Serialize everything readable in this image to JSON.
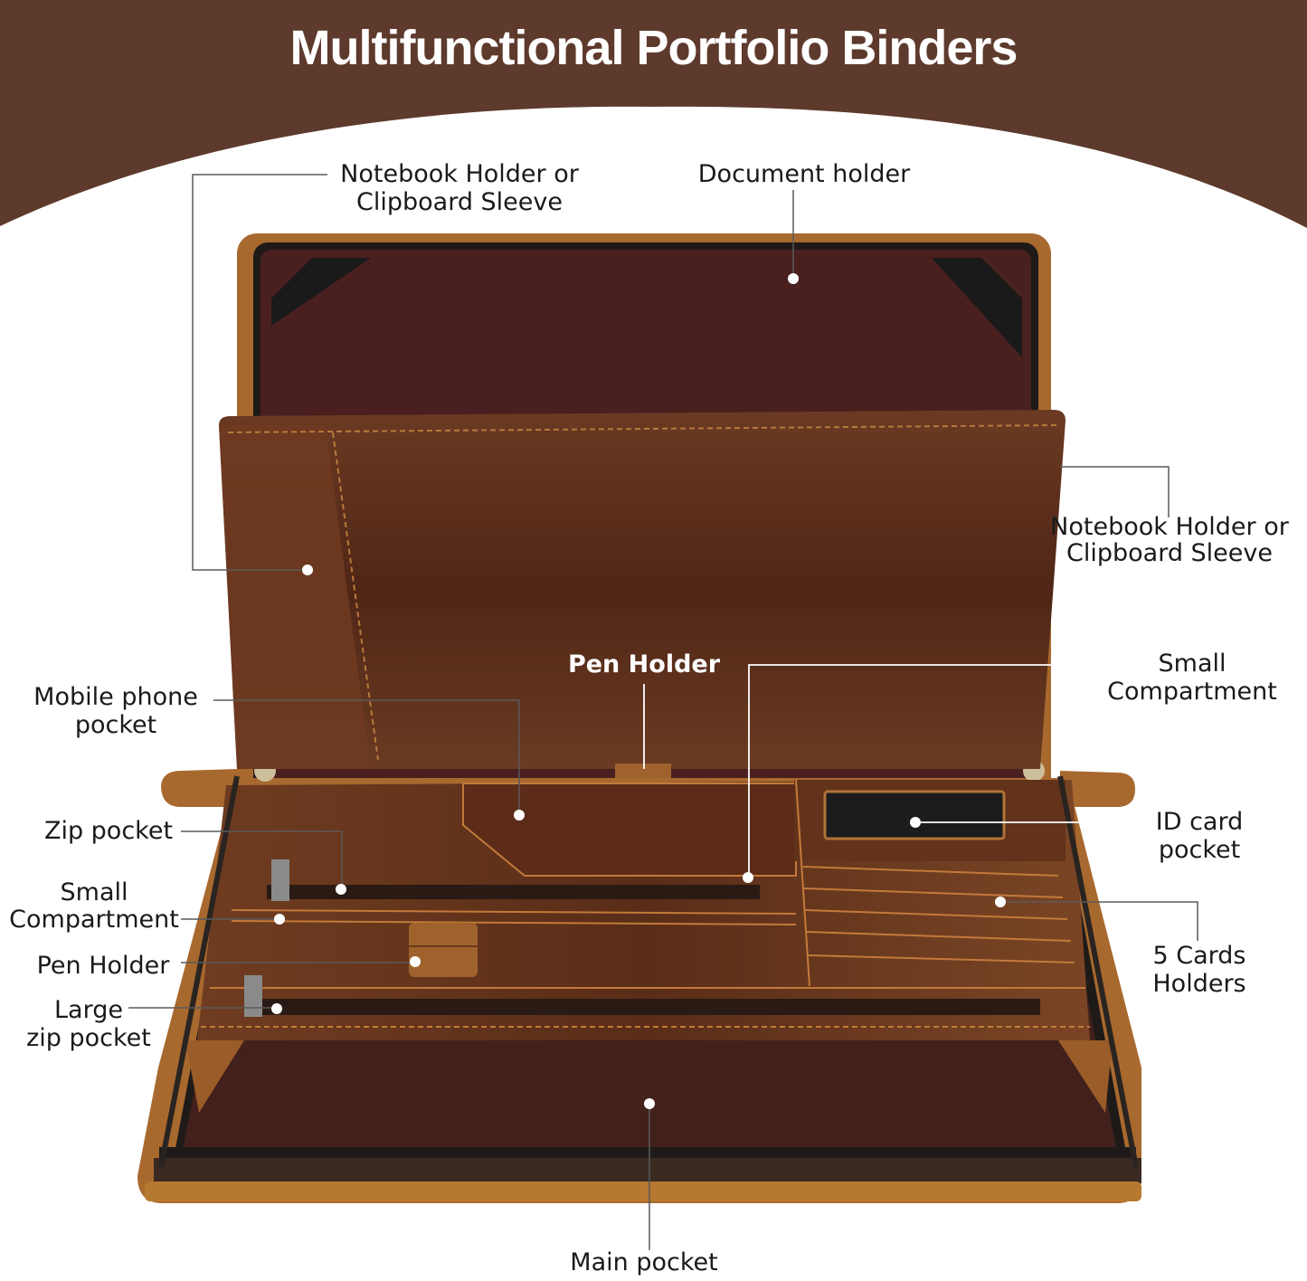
{
  "title": "Multifunctional Portfolio Binders",
  "colors": {
    "header_brown": "#5e3a2c",
    "leather_light": "#a8692f",
    "leather_dark": "#5a2e1c",
    "lining": "#4a1f1f",
    "zipper": "#1e1a18",
    "label_text": "#1a1a1a",
    "callout_line": "#555555"
  },
  "callouts": {
    "notebook_holder_left": {
      "line1": "Notebook Holder or",
      "line2": "Clipboard Sleeve"
    },
    "document_holder": {
      "line1": "Document holder"
    },
    "notebook_holder_right": {
      "line1": "Notebook Holder or",
      "line2": "Clipboard Sleeve"
    },
    "pen_holder_top": {
      "line1": "Pen Holder"
    },
    "small_compartment_right": {
      "line1": "Small",
      "line2": "Compartment"
    },
    "mobile_phone_pocket": {
      "line1": "Mobile phone",
      "line2": "pocket"
    },
    "id_card_pocket": {
      "line1": "ID card",
      "line2": "pocket"
    },
    "zip_pocket": {
      "line1": "Zip pocket"
    },
    "small_compartment_left": {
      "line1": "Small",
      "line2": "Compartment"
    },
    "five_cards_holders": {
      "line1": "5 Cards",
      "line2": "Holders"
    },
    "pen_holder_left": {
      "line1": "Pen Holder"
    },
    "large_zip_pocket": {
      "line1": "Large",
      "line2": "zip pocket"
    },
    "main_pocket": {
      "line1": "Main pocket"
    }
  }
}
